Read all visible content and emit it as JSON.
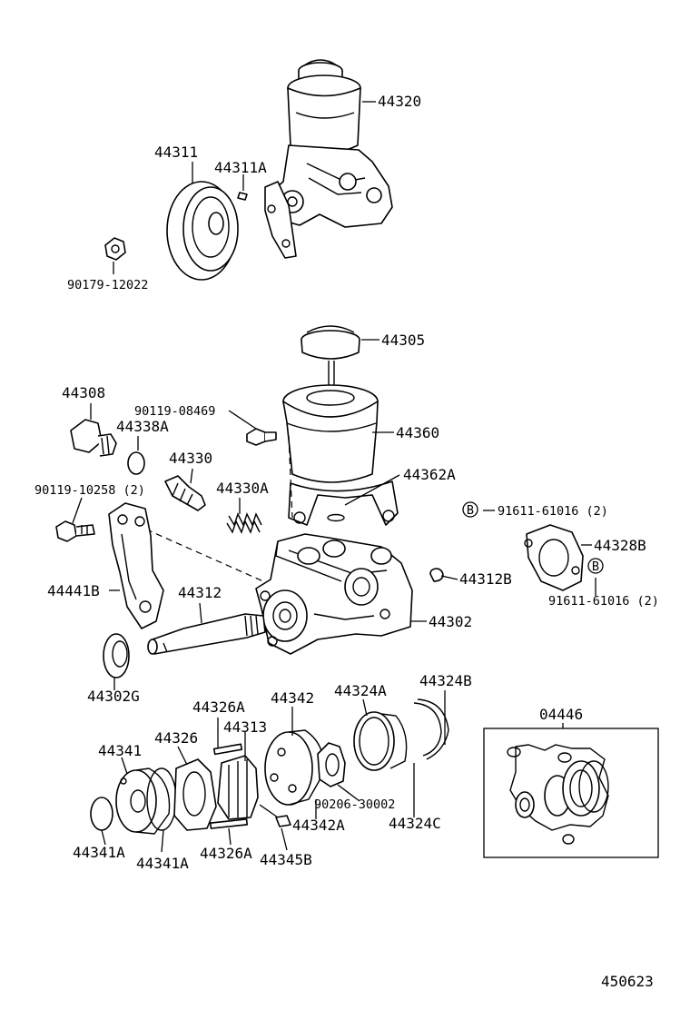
{
  "diagram_id": "450623",
  "callouts": {
    "p44320": "44320",
    "p44311": "44311",
    "p44311A": "44311A",
    "p90179": "90179-12022",
    "p44305": "44305",
    "p44308": "44308",
    "p90119_08469": "90119-08469",
    "p44338A": "44338A",
    "p44360": "44360",
    "p44330": "44330",
    "p44362A": "44362A",
    "p90119_10258": "90119-10258 (2)",
    "p44330A": "44330A",
    "p91611_a": "91611-61016 (2)",
    "p44328B": "44328B",
    "p44312B": "44312B",
    "p44441B": "44441B",
    "p44312": "44312",
    "p91611_b": "91611-61016 (2)",
    "p44302": "44302",
    "p44302G": "44302G",
    "p44326A_top": "44326A",
    "p44342": "44342",
    "p44324A": "44324A",
    "p44324B": "44324B",
    "p44313": "44313",
    "p44326": "44326",
    "p04446": "04446",
    "p44341": "44341",
    "p90206": "90206-30002",
    "p44324C": "44324C",
    "p44342A": "44342A",
    "p44341A_left": "44341A",
    "p44326A_bot": "44326A",
    "p44345B": "44345B",
    "p44341A_bot": "44341A"
  },
  "markers": {
    "b1": "B",
    "b2": "B"
  }
}
